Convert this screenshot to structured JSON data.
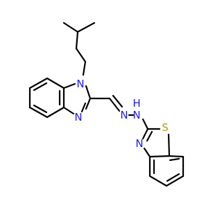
{
  "molecule": {
    "atoms": {
      "n1": "N",
      "n3": "N",
      "n_hydrazone_imine": "N",
      "n_hydrazone_amine": "N",
      "h_hydrazone": "H",
      "n_benzothiazole": "N",
      "s_benzothiazole": "S"
    },
    "colors": {
      "nitrogen": "#1a1aff",
      "sulfur": "#b3a000",
      "bond": "#000000",
      "background": "#ffffff"
    }
  }
}
